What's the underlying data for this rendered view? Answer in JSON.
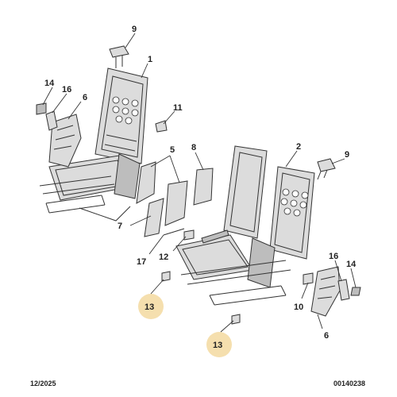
{
  "callouts": {
    "c9a": "9",
    "c1": "1",
    "c14a": "14",
    "c16a": "16",
    "c6a": "6",
    "c11": "11",
    "c5": "5",
    "c8": "8",
    "c2": "2",
    "c9b": "9",
    "c7": "7",
    "c17": "17",
    "c12": "12",
    "c13a": "13",
    "c13b": "13",
    "c16b": "16",
    "c14b": "14",
    "c10": "10",
    "c6b": "6"
  },
  "colors": {
    "highlight": "#f5dfae",
    "line": "#333333",
    "part_fill": "#dcdcdc"
  },
  "footer": {
    "date": "12/2025",
    "reference": "00140238"
  }
}
